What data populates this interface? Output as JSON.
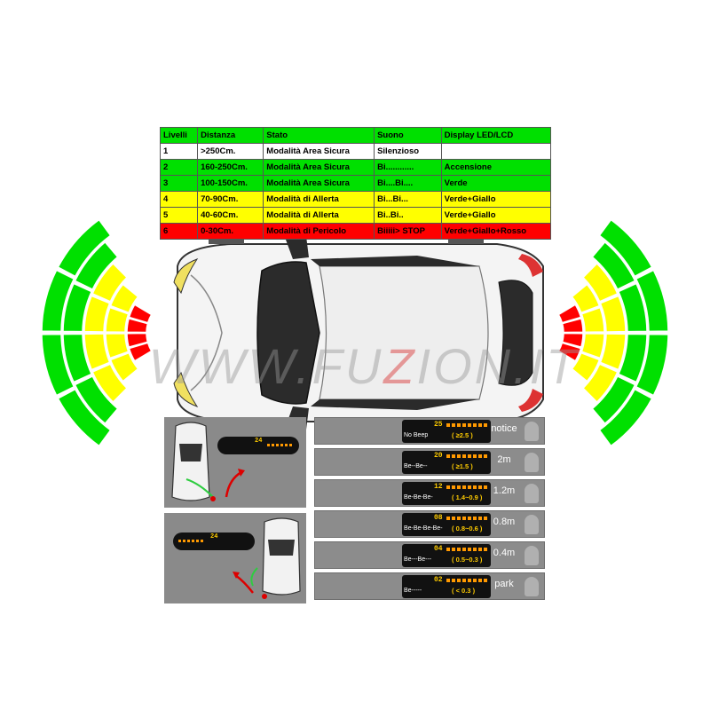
{
  "table": {
    "header": [
      "Livelli",
      "Distanza",
      "Stato",
      "Suono",
      "Display LED/LCD"
    ],
    "rows": [
      {
        "level": "1",
        "distance": ">250Cm.",
        "state": "Modalità Area Sicura",
        "sound": "Silenzioso",
        "display": "",
        "color": "white"
      },
      {
        "level": "2",
        "distance": "160-250Cm.",
        "state": "Modalità Area Sicura",
        "sound": "Bi............",
        "display": "Accensione",
        "color": "green"
      },
      {
        "level": "3",
        "distance": "100-150Cm.",
        "state": "Modalità Area Sicura",
        "sound": "Bi....Bi....",
        "display": "Verde",
        "color": "green"
      },
      {
        "level": "4",
        "distance": "70-90Cm.",
        "state": "Modalità di Allerta",
        "sound": "Bi...Bi...",
        "display": "Verde+Giallo",
        "color": "yellow"
      },
      {
        "level": "5",
        "distance": "40-60Cm.",
        "state": "Modalità di Allerta",
        "sound": "Bi..Bi..",
        "display": "Verde+Giallo",
        "color": "yellow"
      },
      {
        "level": "6",
        "distance": "0-30Cm.",
        "state": "Modalità di Pericolo",
        "sound": "Biiiii> STOP",
        "display": "Verde+Giallo+Rosso",
        "color": "red"
      }
    ]
  },
  "watermark": {
    "pre": "WWW.FU",
    "accent": "Z",
    "post": "ION.IT"
  },
  "colors": {
    "green": "#00e000",
    "yellow": "#ffff00",
    "red": "#ff0000",
    "panel": "#8a8a8a"
  },
  "demo_panels": {
    "top": {
      "lcd_number": "24"
    },
    "bottom": {
      "lcd_number": "24"
    }
  },
  "distance_rows": [
    {
      "beep": "No Beep",
      "number": "25",
      "range": "≥2.5",
      "status": "notice"
    },
    {
      "beep": "Be--Be--",
      "number": "20",
      "range": "≥1.5",
      "status": "2m"
    },
    {
      "beep": "Be-Be-Be-",
      "number": "12",
      "range": "1.4~0.9",
      "status": "1.2m"
    },
    {
      "beep": "Be-Be-Be-Be-",
      "number": "08",
      "range": "0.8~0.6",
      "status": "0.8m"
    },
    {
      "beep": "Be---Be---",
      "number": "04",
      "range": "0.5~0.3",
      "status": "0.4m"
    },
    {
      "beep": "Be-----",
      "number": "02",
      "range": "< 0.3",
      "status": "park"
    }
  ]
}
